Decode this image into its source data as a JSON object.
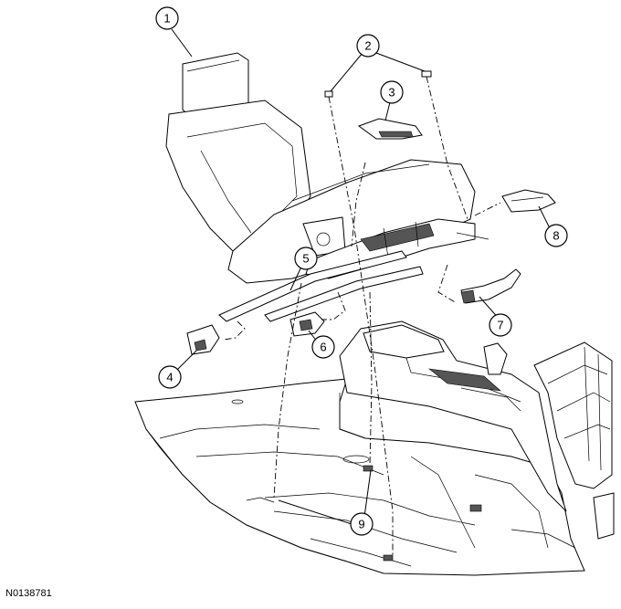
{
  "figure_id": "N0138781",
  "callouts": [
    {
      "label": "1"
    },
    {
      "label": "2"
    },
    {
      "label": "3"
    },
    {
      "label": "4"
    },
    {
      "label": "5"
    },
    {
      "label": "6"
    },
    {
      "label": "7"
    },
    {
      "label": "8"
    },
    {
      "label": "9"
    }
  ]
}
